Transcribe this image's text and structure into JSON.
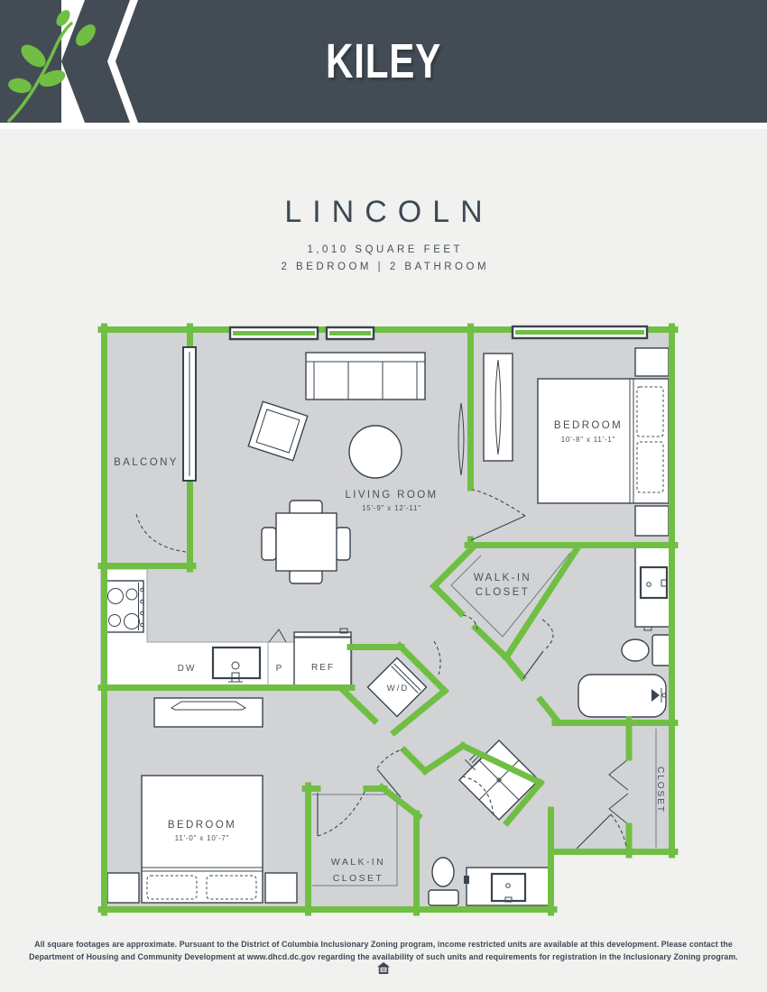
{
  "header": {
    "brand": "KILEY"
  },
  "unit": {
    "name": "LINCOLN",
    "area": "1,010 SQUARE FEET",
    "config": "2 BEDROOM | 2 BATHROOM"
  },
  "floorplan": {
    "balcony": "BALCONY",
    "living_room": {
      "label": "LIVING ROOM",
      "dims": "15'-9\" x 12'-11\""
    },
    "bedroom_1": {
      "label": "BEDROOM",
      "dims": "10'-8\" x 11'-1\""
    },
    "bedroom_2": {
      "label": "BEDROOM",
      "dims": "11'-0\" x 10'-7\""
    },
    "walk_in_closet_1": {
      "line1": "WALK-IN",
      "line2": "CLOSET"
    },
    "walk_in_closet_2": {
      "line1": "WALK-IN",
      "line2": "CLOSET"
    },
    "closet": "CLOSET",
    "dishwasher": "DW",
    "pantry": "P",
    "refrigerator": "REF",
    "washer_dryer": "W/D"
  },
  "footer": {
    "line1": "All square footages are approximate. Pursuant to the District of Columbia Inclusionary Zoning program, income restricted units are available at this development. Please contact the",
    "line2": "Department of Housing and Community Development at www.dhcd.dc.gov regarding the availability of such units and requirements for registration in the Inclusionary Zoning program."
  },
  "colors": {
    "accent_green": "#70BF44",
    "slate": "#434C54",
    "floor_gray": "#D2D3D5",
    "line_dark": "#3A444E",
    "page_bg": "#F1F1EF"
  }
}
